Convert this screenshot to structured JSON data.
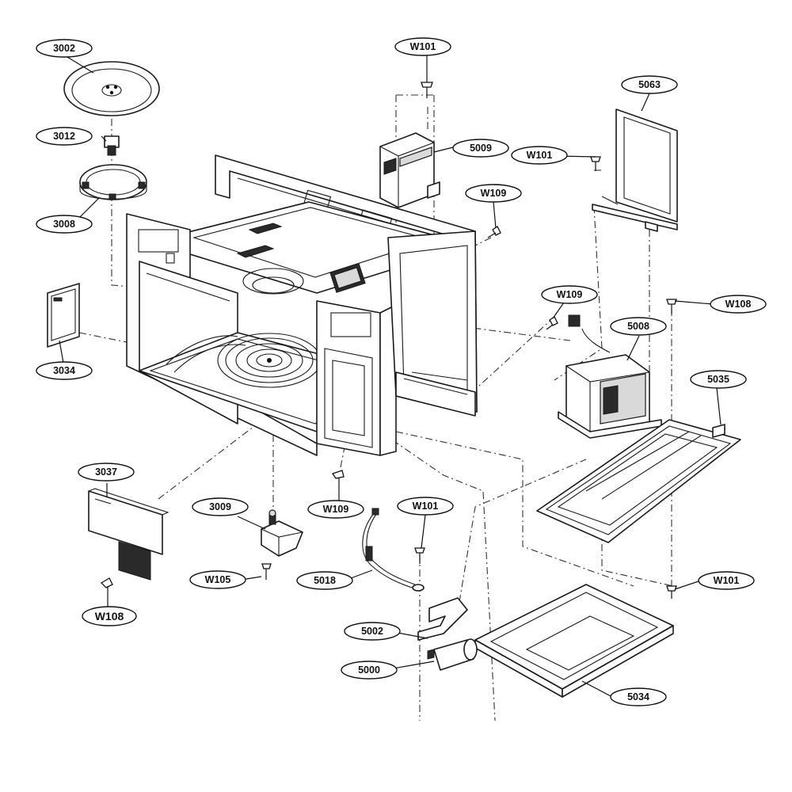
{
  "diagram": {
    "labels": {
      "p3002": "3002",
      "p3012": "3012",
      "p3008": "3008",
      "p3034": "3034",
      "p3037": "3037",
      "p3009": "3009",
      "w105": "W105",
      "w108_left": "W108",
      "w109_bottom": "W109",
      "w101_top": "W101",
      "p5009": "5009",
      "w101_mid": "W101",
      "w109_upper": "W109",
      "p5063": "5063",
      "w109_right": "W109",
      "w108_right": "W108",
      "p5008": "5008",
      "p5035": "5035",
      "w101_center": "W101",
      "p5018": "5018",
      "p5002": "5002",
      "p5000": "5000",
      "p5034": "5034",
      "w101_right": "W101"
    }
  }
}
